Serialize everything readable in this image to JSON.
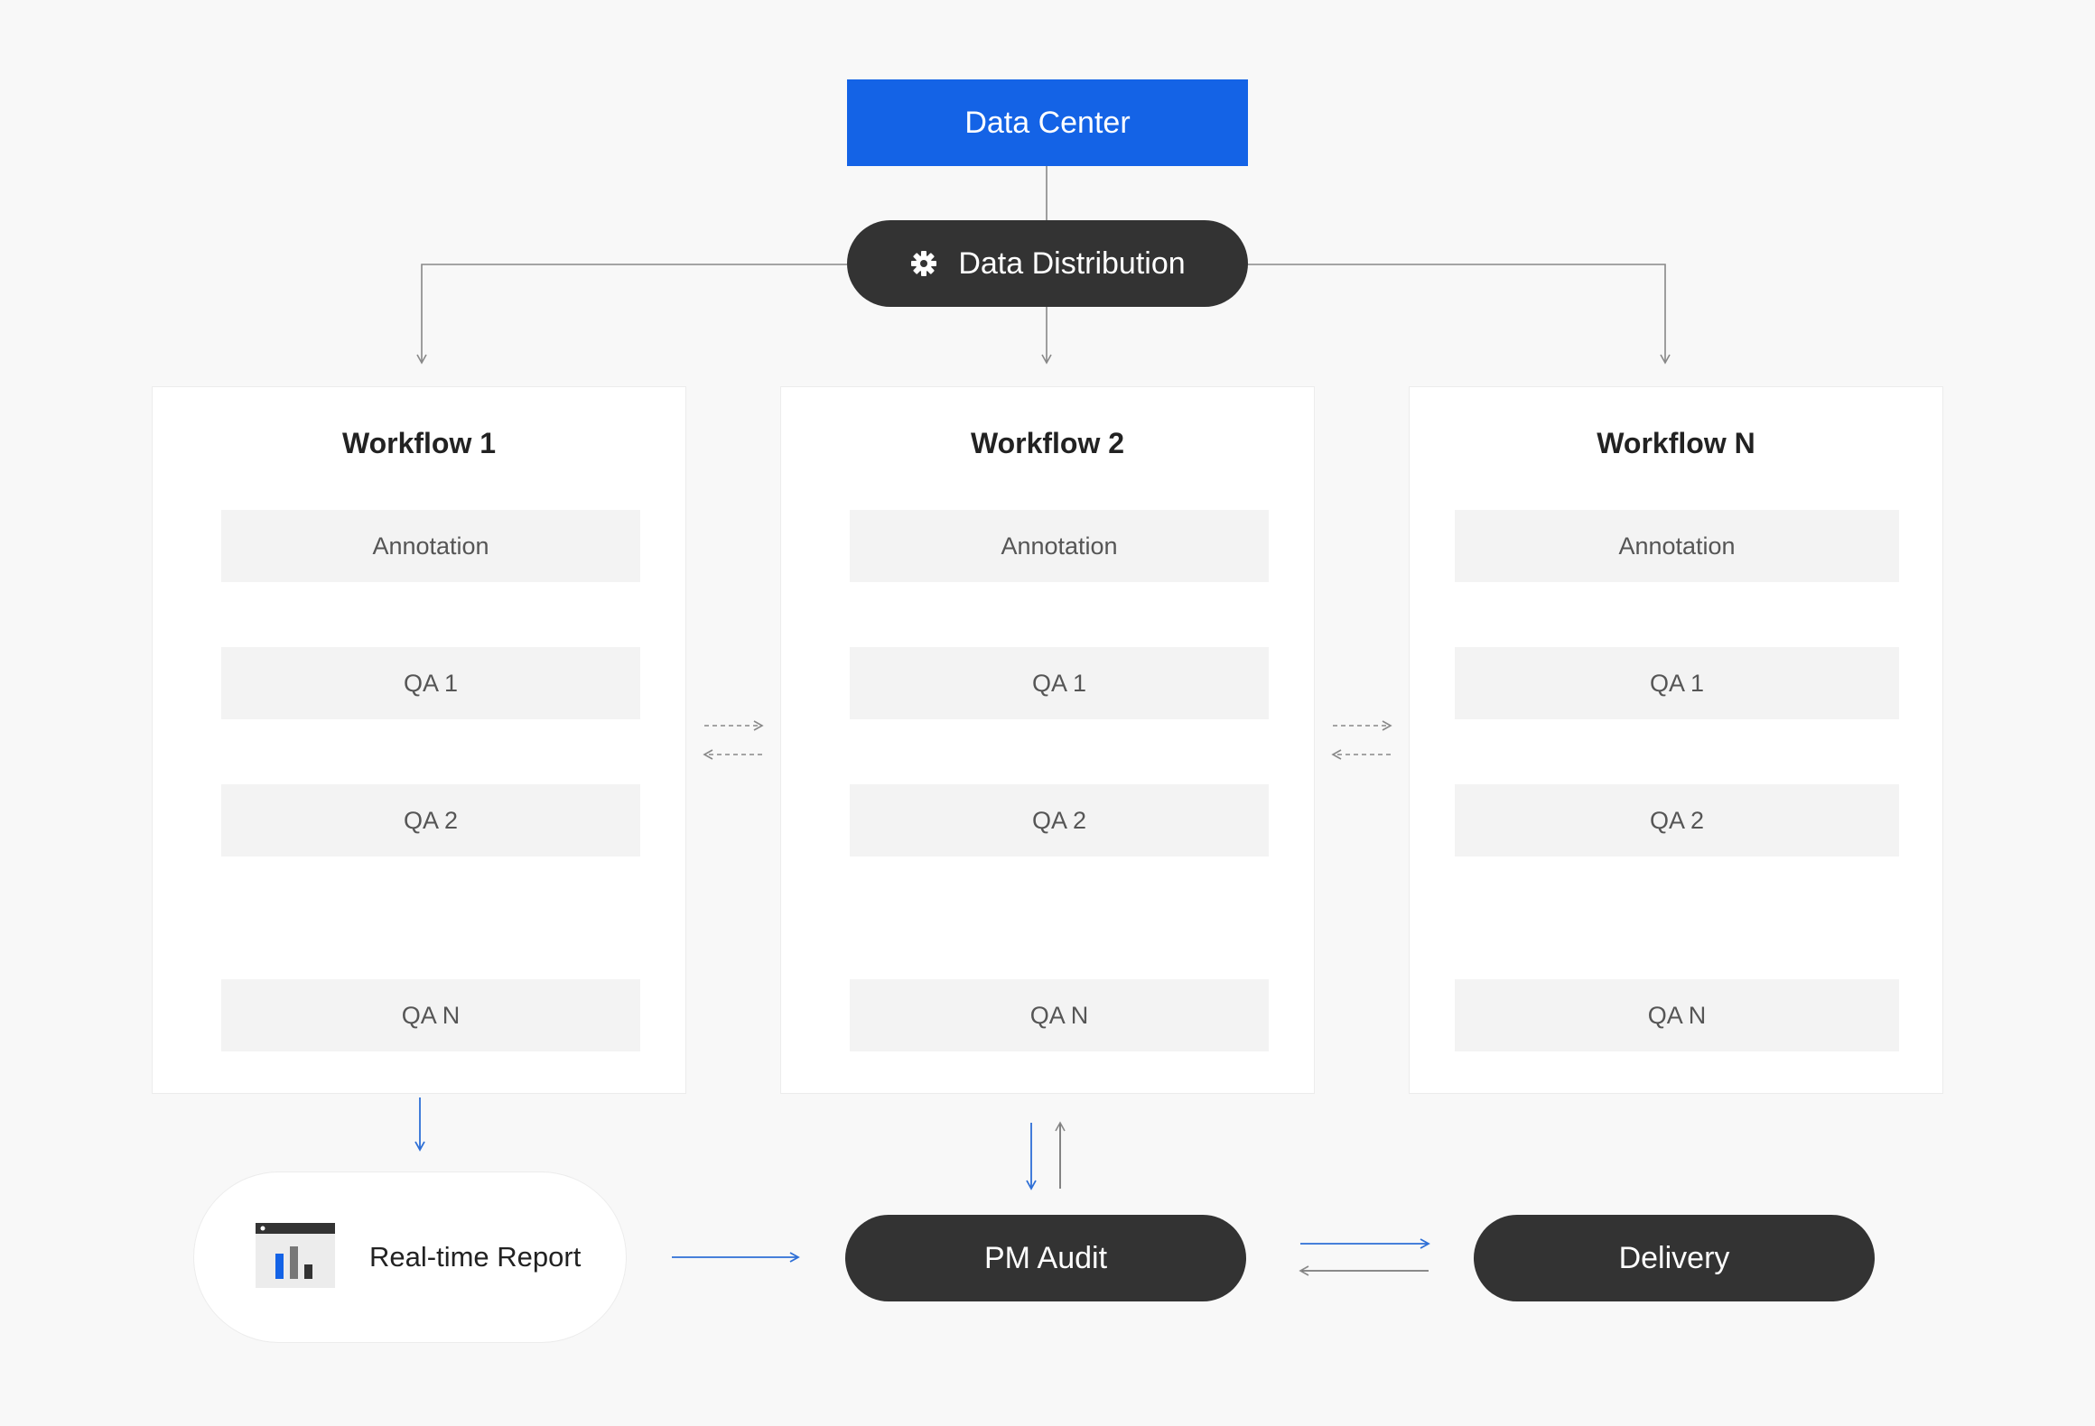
{
  "top": {
    "data_center": "Data Center",
    "data_distribution": "Data Distribution",
    "gear_icon": "gear-icon"
  },
  "workflows": [
    {
      "title": "Workflow 1",
      "steps": [
        "Annotation",
        "QA 1",
        "QA 2",
        "QA N"
      ]
    },
    {
      "title": "Workflow 2",
      "steps": [
        "Annotation",
        "QA 1",
        "QA 2",
        "QA N"
      ]
    },
    {
      "title": "Workflow N",
      "steps": [
        "Annotation",
        "QA 1",
        "QA 2",
        "QA N"
      ]
    }
  ],
  "bottom": {
    "report_label": "Real-time Report",
    "report_icon": "bar-chart-report-icon",
    "pm_audit": "PM Audit",
    "delivery": "Delivery"
  },
  "colors": {
    "background": "#f8f8f8",
    "primary_blue": "#1463e6",
    "dark_node": "#333333",
    "step_fill": "#f3f3f3",
    "arrow_blue": "#2e6fd6",
    "arrow_gray": "#888888"
  }
}
